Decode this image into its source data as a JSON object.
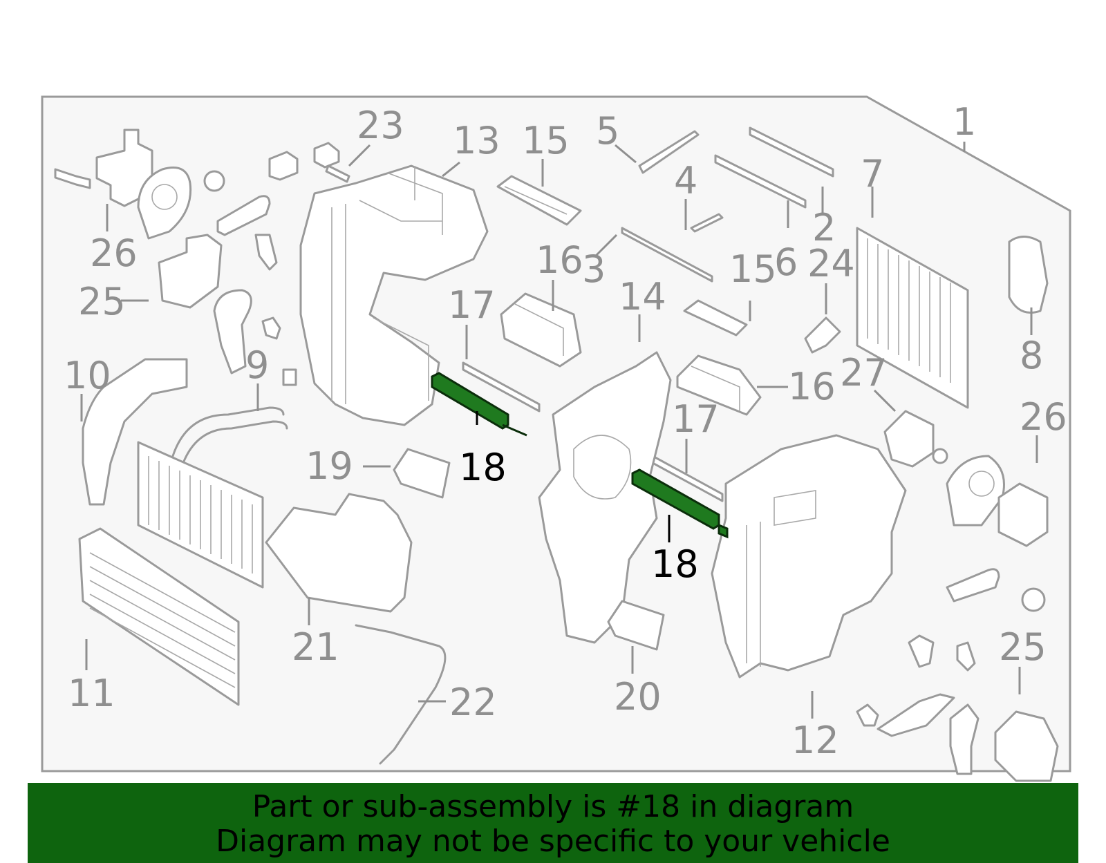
{
  "colors": {
    "banner_bg": "#0e640e",
    "highlight_part": "#1f7a1f",
    "line_gray": "#9a9a9a",
    "panel_bg": "#f7f7f7"
  },
  "callouts": [
    "1",
    "2",
    "3",
    "4",
    "5",
    "6",
    "7",
    "8",
    "9",
    "10",
    "11",
    "12",
    "13",
    "14",
    "15",
    "15",
    "16",
    "16",
    "17",
    "17",
    "18",
    "18",
    "19",
    "20",
    "21",
    "22",
    "23",
    "24",
    "25",
    "25",
    "26",
    "26",
    "27"
  ],
  "highlighted_callout": "18",
  "banner": {
    "line1": "Part or sub-assembly is #18 in diagram",
    "line2": "Diagram may not be specific to your vehicle"
  }
}
